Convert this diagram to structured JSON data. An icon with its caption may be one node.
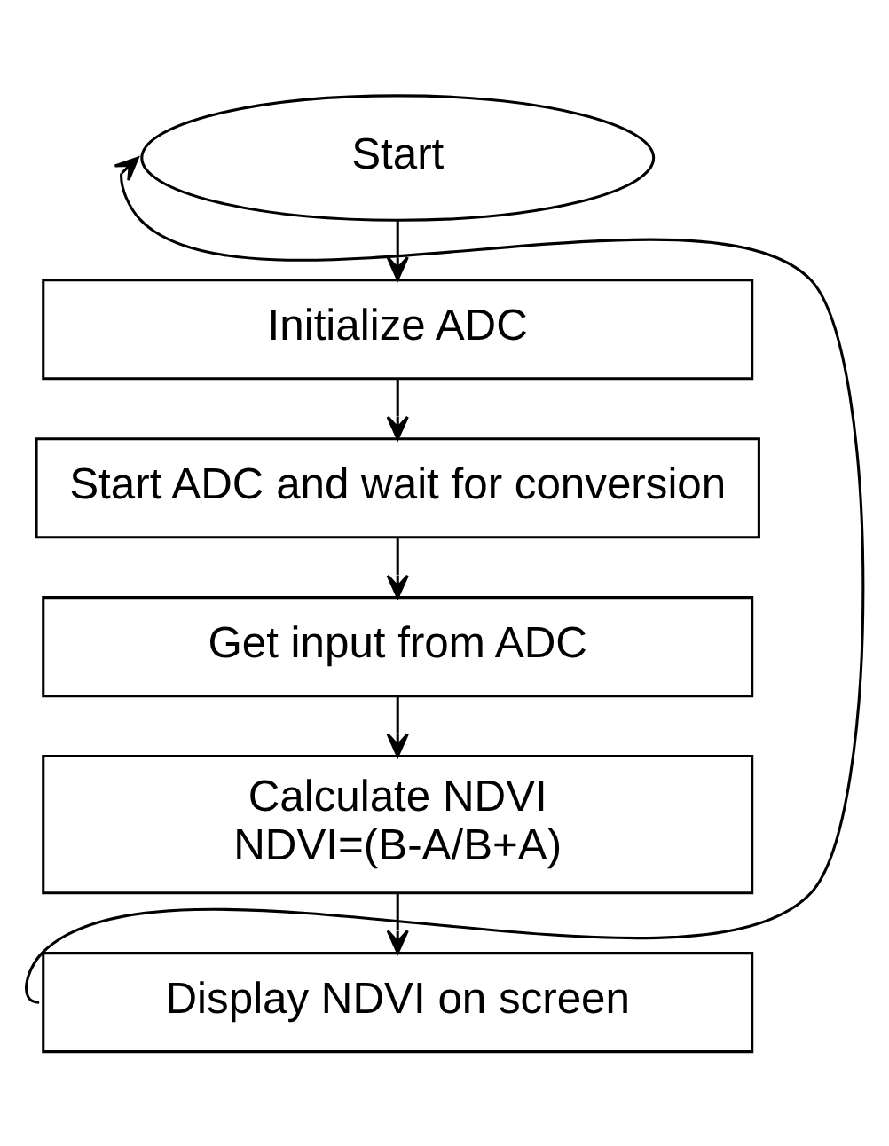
{
  "diagram": {
    "nodes": [
      {
        "text": [
          "Start"
        ]
      },
      {
        "text": [
          "Initialize ADC"
        ]
      },
      {
        "text": [
          "Start ADC and wait for conversion"
        ]
      },
      {
        "text": [
          "Get input from ADC"
        ]
      },
      {
        "text": [
          "Calculate NDVI",
          "NDVI=(B-A/B+A)"
        ]
      },
      {
        "text": [
          "Display NDVI on screen"
        ]
      }
    ],
    "edges": [
      {
        "from": 0,
        "to": 1,
        "arrow": "to"
      },
      {
        "from": 1,
        "to": 2,
        "arrow": "to"
      },
      {
        "from": 2,
        "to": 3,
        "arrow": "to"
      },
      {
        "from": 3,
        "to": 4,
        "arrow": "to"
      },
      {
        "from": 4,
        "to": 5,
        "arrow": "to"
      },
      {
        "from": 5,
        "to": 0,
        "arrow": "to"
      }
    ]
  }
}
